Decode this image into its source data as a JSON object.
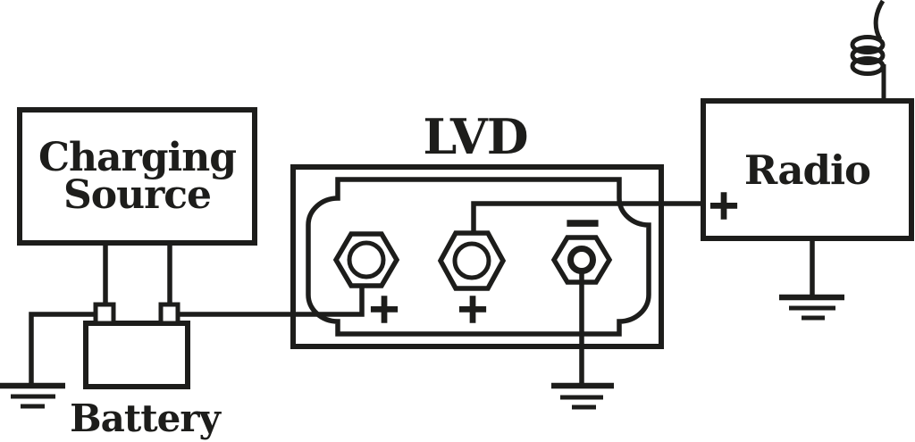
{
  "diagram": {
    "charging_source": {
      "label": "Charging Source"
    },
    "battery": {
      "label": "Battery"
    },
    "lvd": {
      "title": "LVD",
      "battery_terminal_symbol": "+",
      "load_terminal_symbol": "+",
      "negative_terminal_symbol": "−"
    },
    "radio": {
      "label": "Radio",
      "positive_terminal_symbol": "+"
    },
    "colors": {
      "line": "#1d1d1b",
      "background": "#ffffff"
    }
  }
}
